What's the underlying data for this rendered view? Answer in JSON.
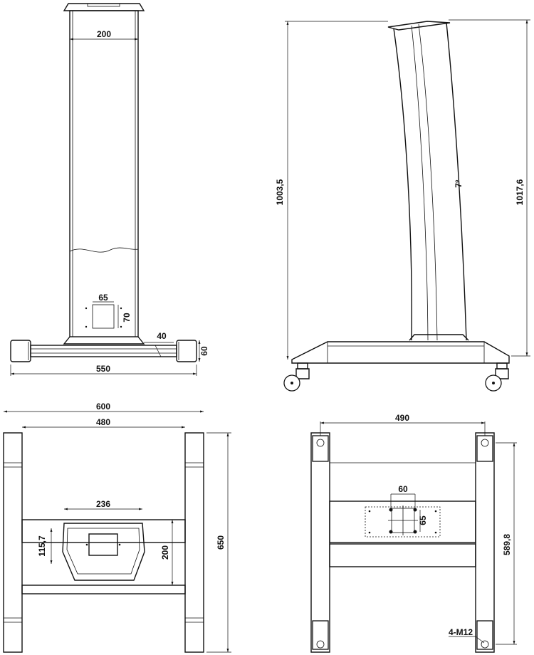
{
  "front_view": {
    "top_width": "200",
    "plate_width": "65",
    "plate_height": "70",
    "foot_height": "40",
    "base_height": "60",
    "base_width": "550"
  },
  "side_view": {
    "height_front": "1003,5",
    "height_rear": "1017,6",
    "tilt_angle": "7°"
  },
  "top_view": {
    "overall_width": "600",
    "inner_width": "480",
    "tray_width": "236",
    "tray_depth": "115,7",
    "center_depth": "200",
    "overall_depth": "650"
  },
  "bottom_view": {
    "rail_spacing": "490",
    "hole_spacing_x": "60",
    "hole_spacing_y": "65",
    "rail_length": "589,8",
    "thread_spec": "4-M12"
  }
}
